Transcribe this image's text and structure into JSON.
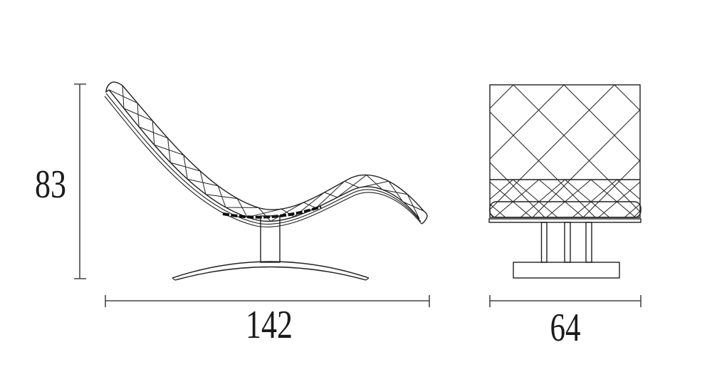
{
  "colors": {
    "background": "#ffffff",
    "drawing_stroke": "#1f1f1f",
    "dimension_stroke": "#474747",
    "dimension_text": "#1b1b1b"
  },
  "dimensions": {
    "height": {
      "value": "83",
      "view": "side",
      "orientation": "vertical"
    },
    "length": {
      "value": "142",
      "view": "side",
      "orientation": "horizontal"
    },
    "width": {
      "value": "64",
      "view": "front",
      "orientation": "horizontal"
    }
  }
}
